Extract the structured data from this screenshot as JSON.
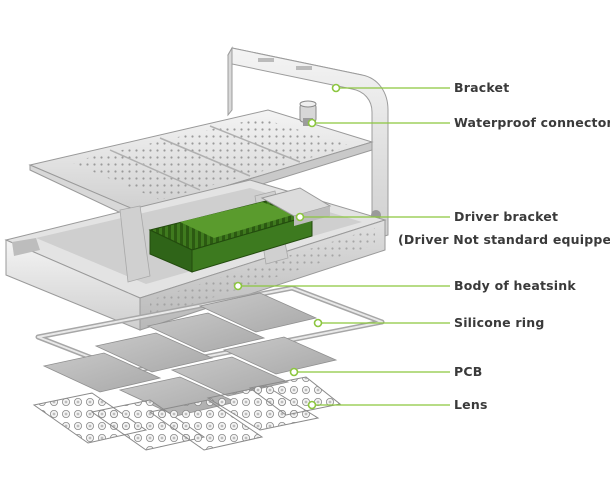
{
  "diagram": {
    "accent_color": "#8cc63f",
    "labels": {
      "bracket": "Bracket",
      "waterproof_connector": "Waterproof connector",
      "driver_bracket": "Driver bracket",
      "driver_note": "(Driver Not standard equipped)",
      "body_of_heatsink": "Body of heatsink",
      "silicone_ring": "Silicone ring",
      "pcb": "PCB",
      "lens": "Lens"
    }
  }
}
